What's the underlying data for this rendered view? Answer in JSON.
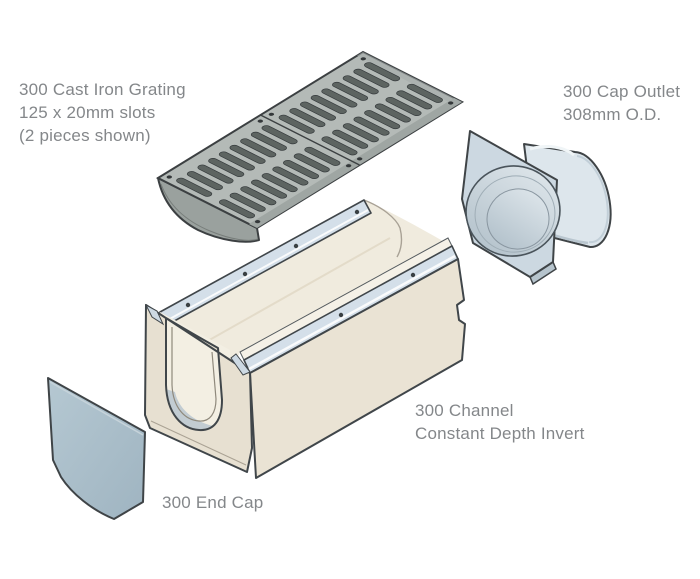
{
  "diagram": {
    "title": "300 channel drainage system exploded diagram",
    "background": "#ffffff",
    "text_color": "#84878a",
    "outline_color": "#3f4447"
  },
  "parts": {
    "grating": {
      "label_lines": [
        "300 Cast Iron Grating",
        "125 x 20mm slots",
        "(2 pieces shown)"
      ],
      "pieces_shown": 2,
      "slot_size": "125 x 20mm"
    },
    "outlet": {
      "label_lines": [
        "300 Cap Outlet",
        "308mm O.D."
      ],
      "outer_diameter": "308mm"
    },
    "channel": {
      "label_lines": [
        "300 Channel",
        "Constant Depth Invert"
      ]
    },
    "end_cap": {
      "label_lines": [
        "300 End Cap"
      ]
    }
  },
  "colors": {
    "grating_body": "#b4bab7",
    "grating_slot": "#5d6461",
    "grating_lip": "#9aa19e",
    "channel_body": "#eae3d4",
    "channel_front": "#e7e0d1",
    "channel_interior": "#f0ebde",
    "channel_inner_sliver": "#f5f1e7",
    "rail_blue": "#d4dfe9",
    "end_cap_blue": "#a9bec9",
    "outlet_plate": "#ccd8e1",
    "outlet_pipe": "#dde6ec",
    "outline": "#3f4447"
  }
}
